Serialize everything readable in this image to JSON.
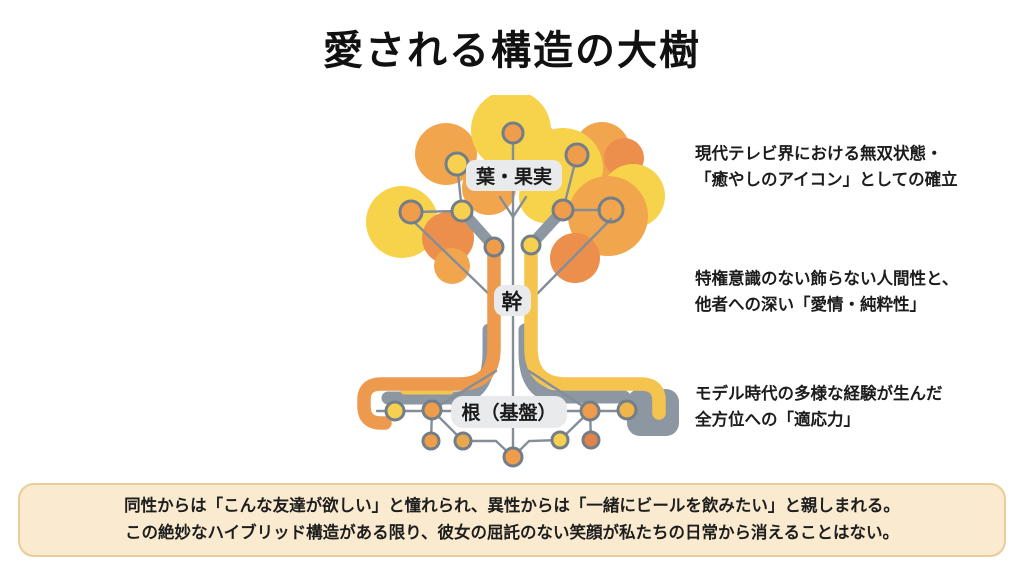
{
  "title": "愛される構造の大樹",
  "tree": {
    "labels": {
      "leaves": "葉・果実",
      "trunk": "幹",
      "roots": "根（基盤）"
    },
    "colors": {
      "canopy_yellow": "#F7D24B",
      "canopy_orange": "#F1A64D",
      "canopy_deep_orange": "#EC8F4C",
      "bar_orange": "#ED9A4E",
      "bar_yellow": "#F5C44E",
      "structure_gray": "#8D97A2",
      "label_background": "#E8EAEC"
    }
  },
  "annotations": [
    {
      "id": "leaves",
      "lines": [
        "現代テレビ界における無双状態・",
        "「癒やしのアイコン」としての確立"
      ]
    },
    {
      "id": "trunk",
      "lines": [
        "特権意識のない飾らない人間性と、",
        "他者への深い「愛情・純粋性」"
      ]
    },
    {
      "id": "roots",
      "lines": [
        "モデル時代の多様な経験が生んだ",
        "全方位への「適応力」"
      ]
    }
  ],
  "footer": {
    "lines": [
      "同性からは「こんな友達が欲しい」と憧れられ、異性からは「一緒にビールを飲みたい」と親しまれる。",
      "この絶妙なハイブリッド構造がある限り、彼女の屈託のない笑顔が私たちの日常から消えることはない。"
    ]
  }
}
